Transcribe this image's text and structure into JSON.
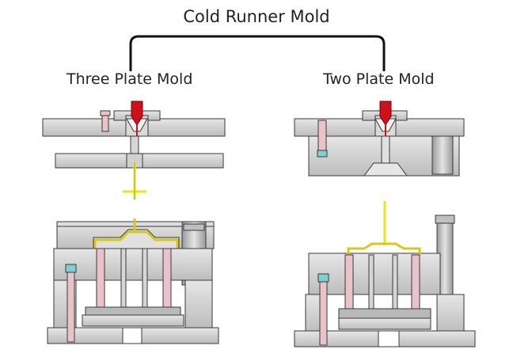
{
  "diagram": {
    "title": "Cold Runner Mold",
    "left_label": "Three Plate Mold",
    "right_label": "Two Plate Mold"
  },
  "colors": {
    "plate": "#cfcfcf",
    "plate_dark": "#a9a9a9",
    "outline": "#3a3a3a",
    "nozzle": "#d01018",
    "runner": "#e6e61e",
    "pin": "#e9c3cc",
    "bolt_cap": "#7fd0d0"
  }
}
